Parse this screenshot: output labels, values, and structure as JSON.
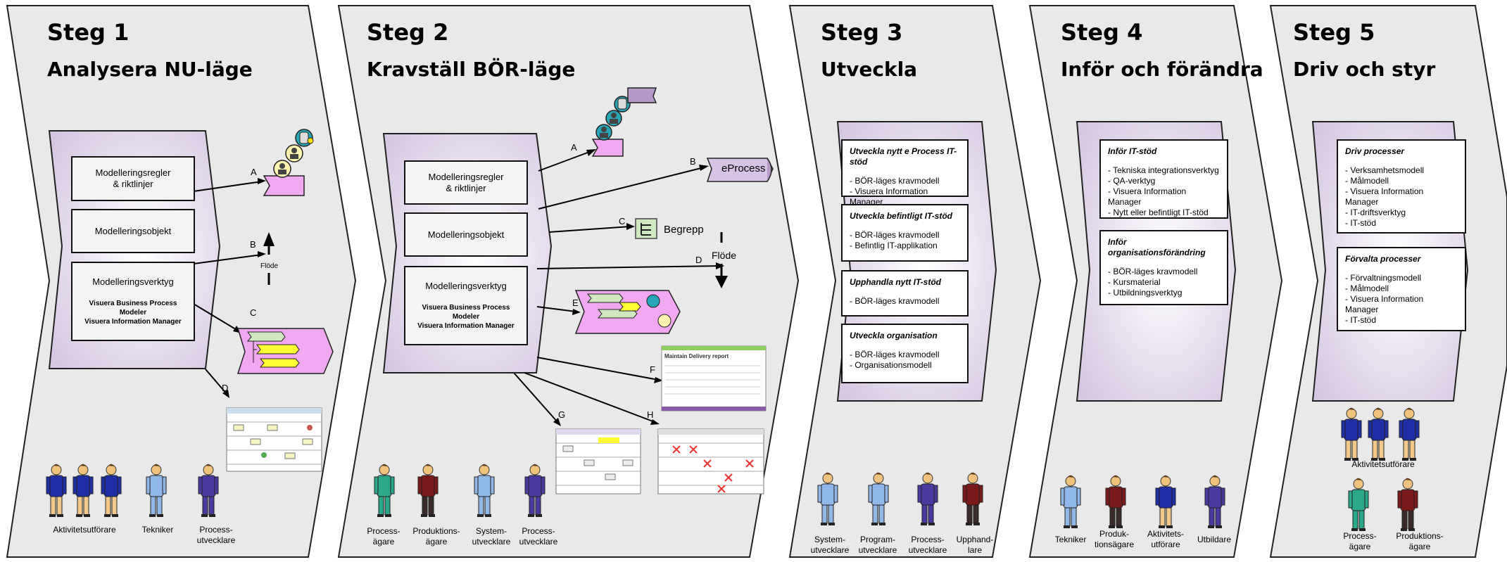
{
  "stages": [
    {
      "label": "Steg 1",
      "title": "Analysera NU-läge"
    },
    {
      "label": "Steg 2",
      "title": "Kravställ BÖR-läge"
    },
    {
      "label": "Steg 3",
      "title": "Utveckla"
    },
    {
      "label": "Steg 4",
      "title": "Inför och förändra"
    },
    {
      "label": "Steg 5",
      "title": "Driv och styr"
    }
  ],
  "model_boxes": {
    "rules": "Modelleringsregler\n& riktlinjer",
    "objects": "Modelleringsobjekt",
    "tools": "Modelleringsverktyg",
    "tools_list": [
      "Visuera Business Process Modeler",
      "Visuera Information Manager"
    ]
  },
  "outputs": {
    "step1_letters": [
      "A",
      "B",
      "C",
      "D"
    ],
    "step2_letters": [
      "A",
      "B",
      "C",
      "D",
      "E",
      "F",
      "G",
      "H"
    ],
    "flow_label": "Flöde",
    "eprocess_label": "eProcess",
    "concept_label": "Begrepp",
    "report_title": "Maintain Delivery report"
  },
  "step3_boxes": [
    {
      "title": "Utveckla nytt e Process IT-stöd",
      "items": [
        "- BÖR-läges kravmodell",
        "- Visuera Information Manager"
      ]
    },
    {
      "title": "Utveckla befintligt IT-stöd",
      "items": [
        "- BÖR-läges kravmodell",
        "- Befintlig IT-applikation"
      ]
    },
    {
      "title": "Upphandla nytt IT-stöd",
      "items": [
        "- BÖR-läges kravmodell"
      ]
    },
    {
      "title": "Utveckla organisation",
      "items": [
        "- BÖR-läges kravmodell",
        "- Organisationsmodell"
      ]
    }
  ],
  "step4_boxes": [
    {
      "title": "Inför IT-stöd",
      "items": [
        "- Tekniska integrationsverktyg",
        "- QA-verktyg",
        "- Visuera Information Manager",
        "- Nytt eller befintligt IT-stöd"
      ]
    },
    {
      "title": "Inför organisationsförändring",
      "items": [
        "- BÖR-läges kravmodell",
        "- Kursmaterial",
        "- Utbildningsverktyg"
      ]
    }
  ],
  "step5_boxes": [
    {
      "title": "Driv processer",
      "items": [
        "- Verksamhetsmodell",
        "- Målmodell",
        "- Visuera Information Manager",
        "- IT-driftsverktyg",
        "- IT-stöd"
      ]
    },
    {
      "title": "Förvalta processer",
      "items": [
        "- Förvaltningsmodell",
        "- Målmodell",
        "- Visuera Information Manager",
        "- IT-stöd"
      ]
    }
  ],
  "roles": {
    "step1": [
      "Aktivitetsutförare",
      "Tekniker",
      "Process-\nutvecklare"
    ],
    "step2": [
      "Process-\nägare",
      "Produktions-\nägare",
      "System-\nutvecklare",
      "Process-\nutvecklare"
    ],
    "step3": [
      "System-\nutvecklare",
      "Program-\nutvecklare",
      "Process-\nutvecklare",
      "Upphand-\nlare"
    ],
    "step4": [
      "Tekniker",
      "Produk-\ntionsägare",
      "Aktivitets-\nutförare",
      "Utbildare"
    ],
    "step5": [
      "Aktivitetsutförare",
      "Process-\nägare",
      "Produktions-\nägare"
    ]
  },
  "colors": {
    "stage_fill": "#e9e9e9",
    "inner_fill": "#ddd4e6",
    "pink": "#f0a8f0",
    "purple_cyl": "#b59ac8",
    "cyan": "#27a6b7",
    "chev_green": "#cfe8c0",
    "chev_yellow": "#ffff33",
    "person_blue": "#1f2fa7",
    "person_skin": "#f1c27d"
  }
}
